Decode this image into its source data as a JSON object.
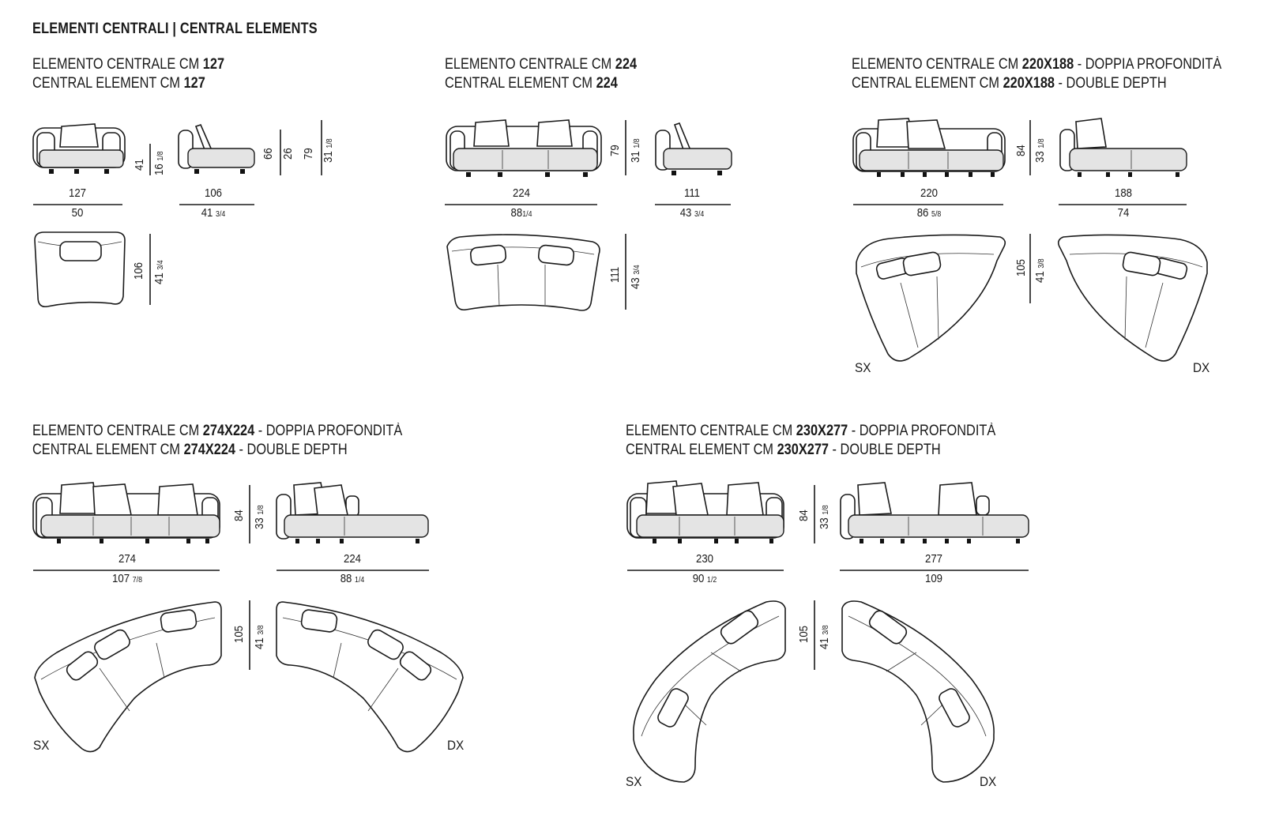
{
  "title": "ELEMENTI CENTRALI | CENTRAL ELEMENTS",
  "groups": [
    {
      "it_prefix": "ELEMENTO CENTRALE CM ",
      "it_bold": "127",
      "it_suffix": "",
      "en_prefix": "CENTRAL ELEMENT CM ",
      "en_bold": "127",
      "en_suffix": "",
      "dims": {
        "front_w_cm": "127",
        "front_w_in": "50",
        "side_w_cm": "106",
        "side_w_in": "41",
        "side_w_in_frac": "3/4",
        "seat_h_cm": "41",
        "seat_h_in": "16",
        "seat_h_in_frac": "1/8",
        "arm_h_cm": "66",
        "arm_h_in": "26",
        "back_h_cm": "79",
        "back_h_in": "31",
        "back_h_in_frac": "1/8",
        "plan_d_cm": "106",
        "plan_d_in": "41",
        "plan_d_in_frac": "3/4"
      }
    },
    {
      "it_prefix": "ELEMENTO CENTRALE CM ",
      "it_bold": "224",
      "it_suffix": "",
      "en_prefix": "CENTRAL ELEMENT CM ",
      "en_bold": "224",
      "en_suffix": "",
      "dims": {
        "front_w_cm": "224",
        "front_w_in": "88",
        "front_w_in_frac": "1/4",
        "side_w_cm": "111",
        "side_w_in": "43",
        "side_w_in_frac": "3/4",
        "back_h_cm": "79",
        "back_h_in": "31",
        "back_h_in_frac": "1/8",
        "plan_d_cm": "111",
        "plan_d_in": "43",
        "plan_d_in_frac": "3/4"
      }
    },
    {
      "it_prefix": "ELEMENTO CENTRALE CM ",
      "it_bold": "220X188",
      "it_suffix": " - DOPPIA PROFONDITÀ",
      "en_prefix": "CENTRAL ELEMENT CM ",
      "en_bold": "220X188",
      "en_suffix": " - DOUBLE DEPTH",
      "dims": {
        "front_w_cm": "220",
        "front_w_in": "86",
        "front_w_in_frac": "5/8",
        "side_w_cm": "188",
        "side_w_in": "74",
        "back_h_cm": "84",
        "back_h_in": "33",
        "back_h_in_frac": "1/8",
        "plan_d_cm": "105",
        "plan_d_in": "41",
        "plan_d_in_frac": "3/8"
      },
      "left_label": "SX",
      "right_label": "DX"
    },
    {
      "it_prefix": "ELEMENTO CENTRALE CM ",
      "it_bold": "274X224",
      "it_suffix": " - DOPPIA PROFONDITÀ",
      "en_prefix": "CENTRAL ELEMENT CM ",
      "en_bold": "274X224",
      "en_suffix": " - DOUBLE DEPTH",
      "dims": {
        "front_w_cm": "274",
        "front_w_in": "107",
        "front_w_in_frac": "7/8",
        "side_w_cm": "224",
        "side_w_in": "88",
        "side_w_in_frac": "1/4",
        "back_h_cm": "84",
        "back_h_in": "33",
        "back_h_in_frac": "1/8",
        "plan_d_cm": "105",
        "plan_d_in": "41",
        "plan_d_in_frac": "3/8"
      },
      "left_label": "SX",
      "right_label": "DX"
    },
    {
      "it_prefix": "ELEMENTO CENTRALE CM ",
      "it_bold": "230X277",
      "it_suffix": " - DOPPIA PROFONDITÀ",
      "en_prefix": "CENTRAL ELEMENT CM ",
      "en_bold": "230X277",
      "en_suffix": " - DOUBLE DEPTH",
      "dims": {
        "front_w_cm": "230",
        "front_w_in": "90",
        "front_w_in_frac": "1/2",
        "side_w_cm": "277",
        "side_w_in": "109",
        "back_h_cm": "84",
        "back_h_in": "33",
        "back_h_in_frac": "1/8",
        "plan_d_cm": "105",
        "plan_d_in": "41",
        "plan_d_in_frac": "3/8"
      },
      "left_label": "SX",
      "right_label": "DX"
    }
  ]
}
